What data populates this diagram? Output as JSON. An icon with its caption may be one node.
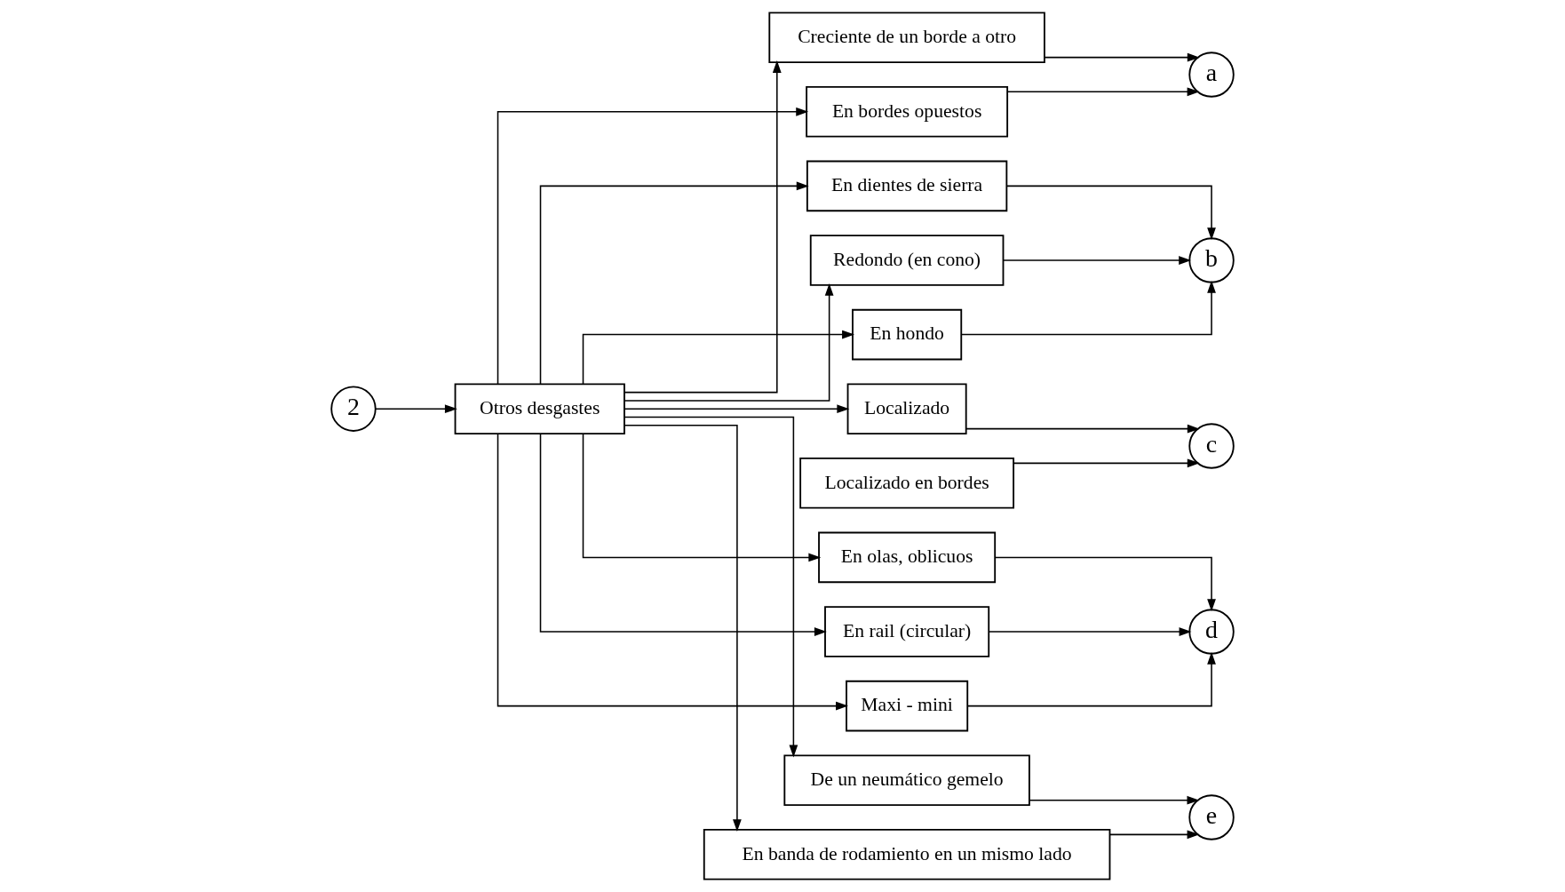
{
  "diagram": {
    "nodes": [
      {
        "text": [
          "2"
        ]
      },
      {
        "text": [
          "Otros desgastes"
        ]
      },
      {
        "text": [
          "Creciente de un borde a otro"
        ]
      },
      {
        "text": [
          "En bordes opuestos"
        ]
      },
      {
        "text": [
          "En dientes de sierra"
        ]
      },
      {
        "text": [
          "Redondo (en cono)"
        ]
      },
      {
        "text": [
          "En hondo"
        ]
      },
      {
        "text": [
          "Localizado"
        ]
      },
      {
        "text": [
          "Localizado en bordes"
        ]
      },
      {
        "text": [
          "En olas, oblicuos"
        ]
      },
      {
        "text": [
          "En rail (circular)"
        ]
      },
      {
        "text": [
          "Maxi - mini"
        ]
      },
      {
        "text": [
          "De un neumático gemelo"
        ]
      },
      {
        "text": [
          "En banda de rodamiento en un mismo lado"
        ]
      },
      {
        "text": [
          "a"
        ]
      },
      {
        "text": [
          "b"
        ]
      },
      {
        "text": [
          "c"
        ]
      },
      {
        "text": [
          "d"
        ]
      },
      {
        "text": [
          "e"
        ]
      }
    ],
    "edges": [
      {
        "from": 0,
        "to": 1,
        "arrow": "to"
      },
      {
        "from": 1,
        "to": 2,
        "arrow": "to"
      },
      {
        "from": 1,
        "to": 3,
        "arrow": "to"
      },
      {
        "from": 1,
        "to": 4,
        "arrow": "to"
      },
      {
        "from": 1,
        "to": 5,
        "arrow": "to"
      },
      {
        "from": 1,
        "to": 6,
        "arrow": "to"
      },
      {
        "from": 1,
        "to": 7,
        "arrow": "to"
      },
      {
        "from": 1,
        "to": 9,
        "arrow": "to"
      },
      {
        "from": 1,
        "to": 10,
        "arrow": "to"
      },
      {
        "from": 1,
        "to": 11,
        "arrow": "to"
      },
      {
        "from": 1,
        "to": 12,
        "arrow": "to"
      },
      {
        "from": 1,
        "to": 13,
        "arrow": "to"
      },
      {
        "from": 2,
        "to": 14,
        "arrow": "to"
      },
      {
        "from": 3,
        "to": 14,
        "arrow": "to"
      },
      {
        "from": 4,
        "to": 15,
        "arrow": "to"
      },
      {
        "from": 5,
        "to": 15,
        "arrow": "to"
      },
      {
        "from": 6,
        "to": 15,
        "arrow": "to"
      },
      {
        "from": 7,
        "to": 16,
        "arrow": "to"
      },
      {
        "from": 8,
        "to": 16,
        "arrow": "to"
      },
      {
        "from": 9,
        "to": 17,
        "arrow": "to"
      },
      {
        "from": 10,
        "to": 17,
        "arrow": "to"
      },
      {
        "from": 11,
        "to": 17,
        "arrow": "to"
      },
      {
        "from": 12,
        "to": 18,
        "arrow": "to"
      },
      {
        "from": 13,
        "to": 18,
        "arrow": "to"
      }
    ]
  }
}
